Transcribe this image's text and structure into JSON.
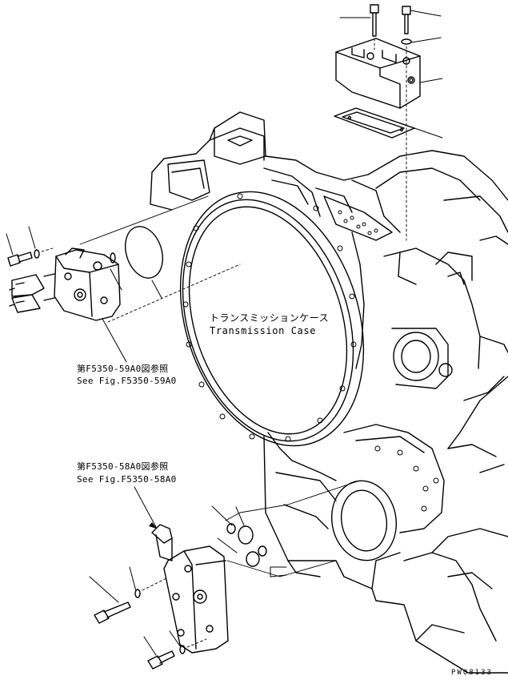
{
  "labels": {
    "case_jp": "トランスミッションケース",
    "case_en": "Transmission Case",
    "ref1_jp": "第F5350-59A0図参照",
    "ref1_en": "See Fig.F5350-59A0",
    "ref2_jp": "第F5350-58A0図参照",
    "ref2_en": "See Fig.F5350-58A0",
    "drawing_code": "PW08133"
  }
}
